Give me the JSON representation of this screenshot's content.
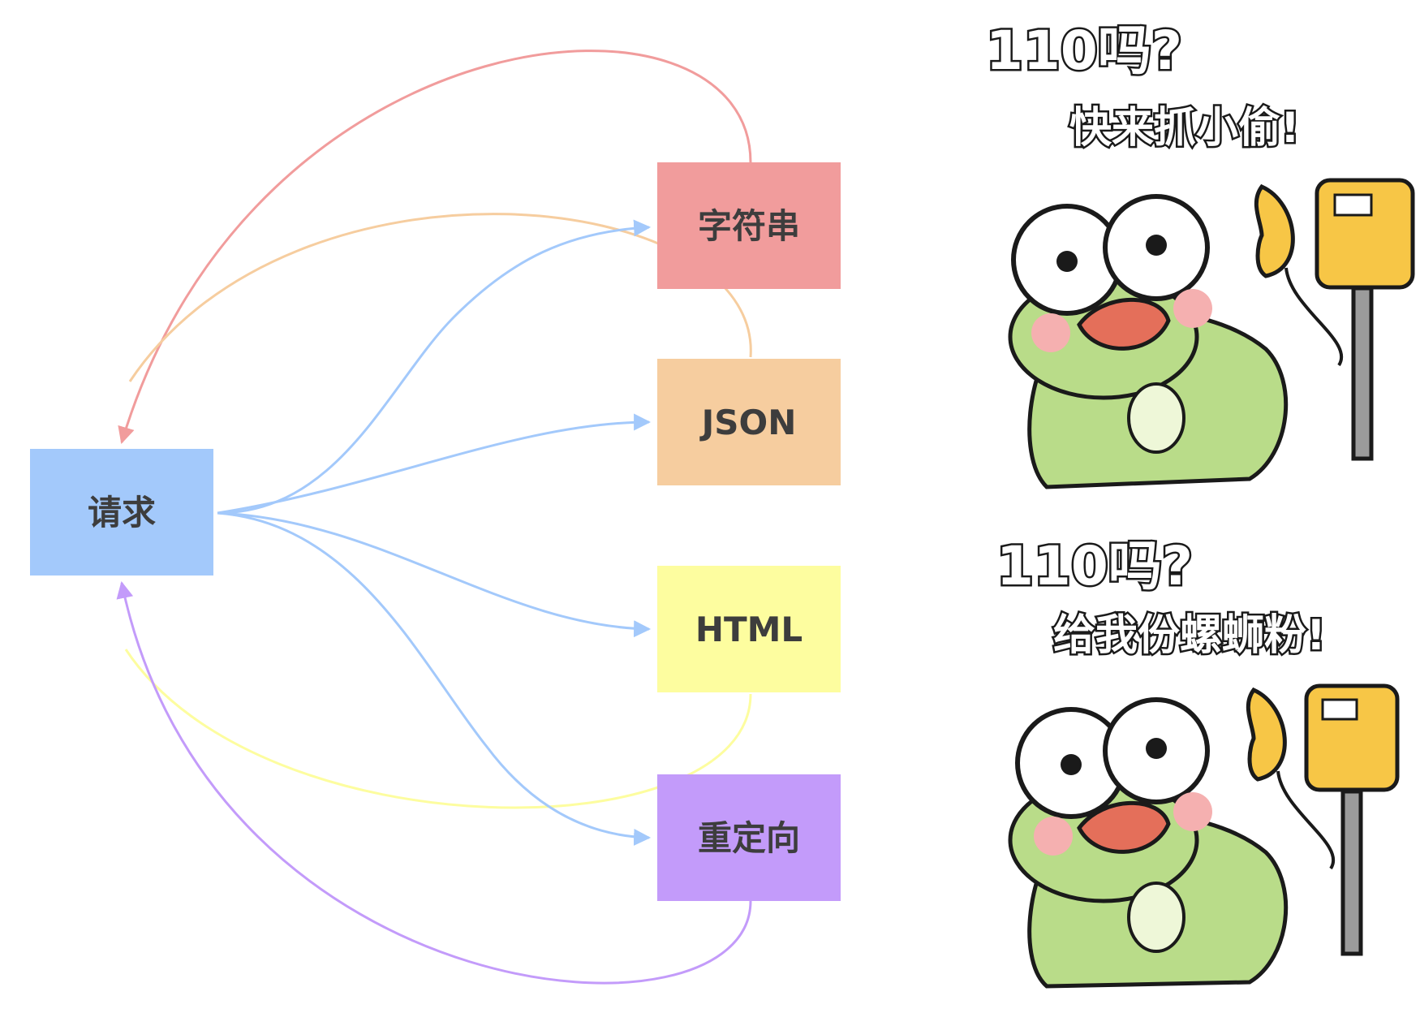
{
  "nodes": {
    "request": {
      "label": "请求",
      "color": "#a3c9fb"
    },
    "string": {
      "label": "字符串",
      "color": "#f19c9c"
    },
    "json": {
      "label": "JSON",
      "color": "#f6cd9f"
    },
    "html": {
      "label": "HTML",
      "color": "#fdfd9f"
    },
    "redirect": {
      "label": "重定向",
      "color": "#c39bfa"
    }
  },
  "edge_colors": {
    "request_out": "#a3c9fb",
    "string_back": "#f19c9c",
    "json_back": "#f6cd9f",
    "html_back": "#fdfd9f",
    "redirect_back": "#c39bfa"
  },
  "stickers": [
    {
      "line1": "110吗?",
      "line2": "快来抓小偷!"
    },
    {
      "line1": "110吗?",
      "line2": "给我份螺蛳粉!"
    }
  ]
}
